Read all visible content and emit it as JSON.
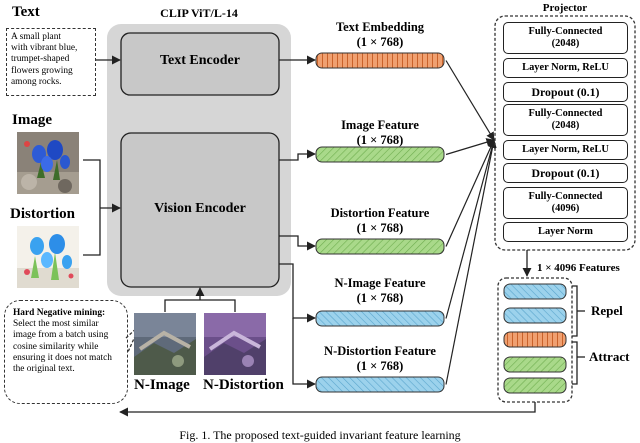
{
  "labels": {
    "text_heading": "Text",
    "text_prompt": "A small plant\nwith vibrant blue,\ntrumpet-shaped\nflowers growing\namong rocks.",
    "image_heading": "Image",
    "distortion_heading": "Distortion",
    "clip_title": "CLIP ViT/L-14",
    "text_encoder": "Text Encoder",
    "vision_encoder": "Vision Encoder",
    "n_image": "N-Image",
    "n_distortion": "N-Distortion",
    "hard_negative_title": "Hard Negative mining:",
    "hard_negative_body": "Select the most similar image from a batch using cosine similarity while ensuring it does not match the original text.",
    "features_label": "1 × 4096 Features",
    "repel": "Repel",
    "attract": "Attract",
    "caption": "Fig. 1.  The proposed text-guided invariant feature learning"
  },
  "features": [
    {
      "name": "Text Embedding",
      "dim": "(1 × 768)",
      "color": "#f0a070"
    },
    {
      "name": "Image Feature",
      "dim": "(1 × 768)",
      "color": "#a9d98a"
    },
    {
      "name": "Distortion Feature",
      "dim": "(1 × 768)",
      "color": "#a9d98a"
    },
    {
      "name": "N-Image Feature",
      "dim": "(1 × 768)",
      "color": "#9cd2ec"
    },
    {
      "name": "N-Distortion Feature",
      "dim": "(1 × 768)",
      "color": "#9cd2ec"
    }
  ],
  "projector": {
    "title": "Projector",
    "layers": [
      "Fully-Connected\n(2048)",
      "Layer Norm, ReLU",
      "Dropout (0.1)",
      "Fully-Connected\n(2048)",
      "Layer Norm, ReLU",
      "Dropout (0.1)",
      "Fully-Connected\n(4096)",
      "Layer Norm"
    ]
  },
  "stack_colors": [
    "#9cd2ec",
    "#9cd2ec",
    "#f0a070",
    "#a9d98a",
    "#a9d98a"
  ],
  "colors": {
    "clip_panel": "#d6d6d6",
    "encoder_fill": "#c8c8c8",
    "orange": "#f0a070",
    "green": "#a9d98a",
    "blue": "#9cd2ec"
  }
}
